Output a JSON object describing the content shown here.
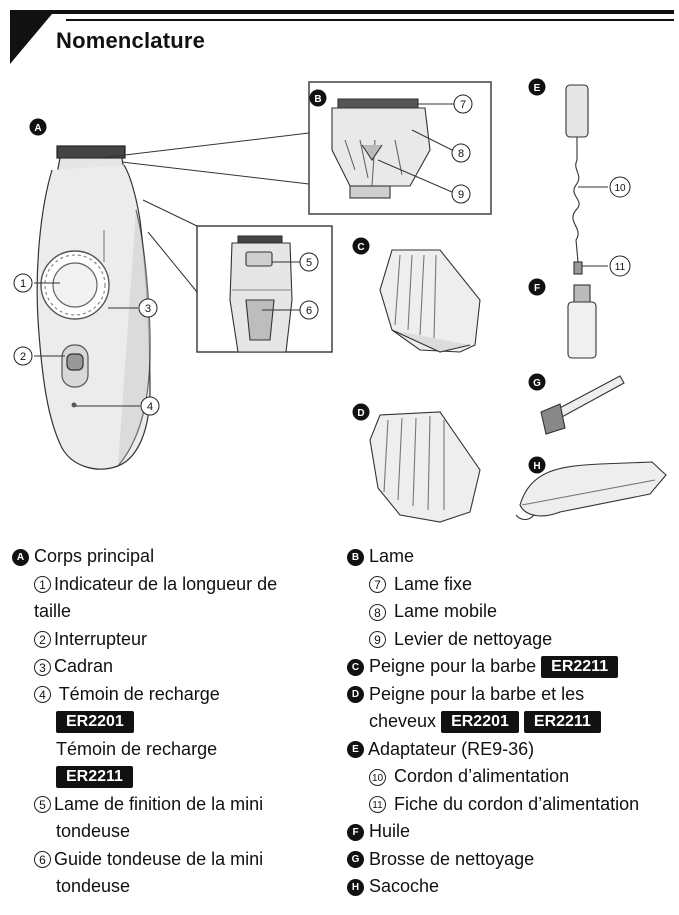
{
  "header": {
    "title": "Nomenclature"
  },
  "badges": {
    "A": "A",
    "B": "B",
    "C": "C",
    "D": "D",
    "E": "E",
    "F": "F",
    "G": "G",
    "H": "H"
  },
  "callouts": [
    "1",
    "2",
    "3",
    "4",
    "5",
    "6",
    "7",
    "8",
    "9",
    "10",
    "11"
  ],
  "left_list": {
    "a_label": "Corps principal",
    "i1_num": "1",
    "i1_line1": "Indicateur de la longueur de",
    "i1_line2": "taille",
    "i2_num": "2",
    "i2": "Interrupteur",
    "i3_num": "3",
    "i3": "Cadran",
    "i4_num": "4",
    "i4": "Témoin de recharge",
    "i4_tag": "ER2201",
    "i4b": "Témoin de recharge",
    "i4b_tag": "ER2211",
    "i5_num": "5",
    "i5_line1": "Lame de finition de la mini",
    "i5_line2": "tondeuse",
    "i6_num": "6",
    "i6_line1": "Guide tondeuse de la mini",
    "i6_line2": "tondeuse"
  },
  "right_list": {
    "b_label": "Lame",
    "i7_num": "7",
    "i7": "Lame fixe",
    "i8_num": "8",
    "i8": "Lame mobile",
    "i9_num": "9",
    "i9": "Levier de nettoyage",
    "c_label": "Peigne pour la barbe",
    "c_tag": "ER2211",
    "d_line1": "Peigne pour la barbe et les",
    "d_line2": "cheveux",
    "d_tag1": "ER2201",
    "d_tag2": "ER2211",
    "e_label": "Adaptateur (RE9-36)",
    "i10_num": "10",
    "i10": "Cordon d’alimentation",
    "i11_num": "11",
    "i11": "Fiche du cordon d’alimentation",
    "f_label": "Huile",
    "g_label": "Brosse de nettoyage",
    "h_label": "Sacoche"
  }
}
